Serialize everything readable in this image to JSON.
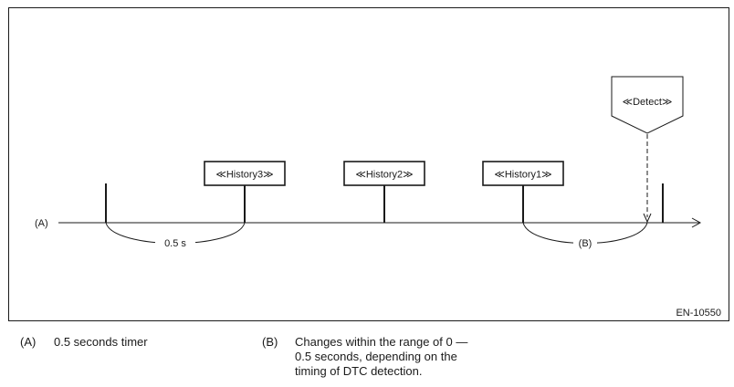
{
  "diagram": {
    "timeline_label": "(A)",
    "interval_label": "0.5 s",
    "range_label": "(B)",
    "boxes": {
      "history3": "≪History3≫",
      "history2": "≪History2≫",
      "history1": "≪History1≫",
      "detect": "≪Detect≫"
    },
    "figure_code": "EN-10550"
  },
  "legend": {
    "a": {
      "key": "(A)",
      "text": "0.5 seconds timer"
    },
    "b": {
      "key": "(B)",
      "lines": [
        "Changes within the range of 0 —",
        "0.5 seconds, depending on the",
        "timing of DTC detection."
      ]
    }
  }
}
